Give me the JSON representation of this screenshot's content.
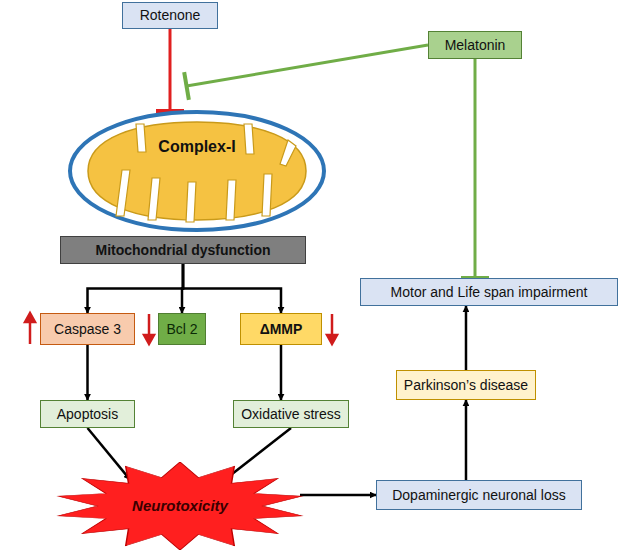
{
  "diagram": {
    "nodes": [
      {
        "text": [
          "Rotenone"
        ]
      },
      {
        "text": [
          "Melatonin"
        ]
      },
      {
        "text": [
          "Complex-I"
        ]
      },
      {
        "text": [
          "Mitochondrial dysfunction"
        ]
      },
      {
        "text": [
          "Motor and Life span impairment"
        ]
      },
      {
        "text": [
          "Caspase 3"
        ]
      },
      {
        "text": [
          "Bcl 2"
        ]
      },
      {
        "text": [
          "ΔMMP"
        ]
      },
      {
        "text": [
          "Apoptosis"
        ]
      },
      {
        "text": [
          "Oxidative stress"
        ]
      },
      {
        "text": [
          "Parkinson’s disease"
        ]
      },
      {
        "text": [
          "Neurotoxicity"
        ]
      },
      {
        "text": [
          "Dopaminergic neuronal loss"
        ]
      }
    ],
    "edges": [
      {
        "from": 0,
        "to": 2,
        "arrow": "to"
      },
      {
        "from": 1,
        "to": 2,
        "arrow": "to"
      },
      {
        "from": 1,
        "to": 4,
        "arrow": "to"
      },
      {
        "from": 3,
        "to": 5,
        "arrow": "to"
      },
      {
        "from": 3,
        "to": 6,
        "arrow": "to"
      },
      {
        "from": 3,
        "to": 7,
        "arrow": "to"
      },
      {
        "from": 5,
        "to": 8,
        "arrow": "to"
      },
      {
        "from": 7,
        "to": 9,
        "arrow": "to"
      },
      {
        "from": 8,
        "to": 11,
        "arrow": "to"
      },
      {
        "from": 9,
        "to": 11,
        "arrow": "to"
      },
      {
        "from": 11,
        "to": 12,
        "arrow": "to"
      },
      {
        "from": 12,
        "to": 10,
        "arrow": "to"
      },
      {
        "from": 10,
        "to": 4,
        "arrow": "to"
      }
    ]
  }
}
